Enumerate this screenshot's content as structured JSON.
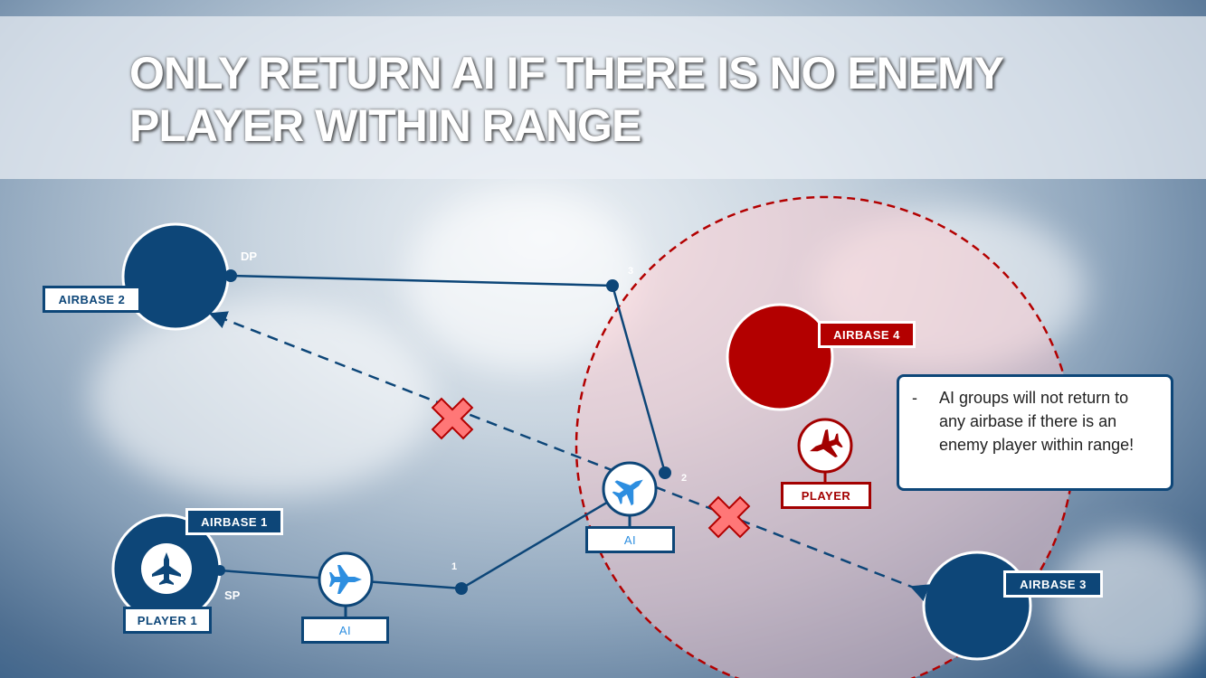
{
  "title": {
    "line1": "ONLY RETURN AI IF THERE IS NO ENEMY",
    "line2": "PLAYER WITHIN RANGE"
  },
  "airbases": {
    "a1": "AIRBASE 1",
    "a2": "AIRBASE 2",
    "a3": "AIRBASE 3",
    "a4": "AIRBASE 4"
  },
  "units": {
    "player1": "PLAYER 1",
    "ai1": "AI",
    "ai2": "AI",
    "enemy": "PLAYER"
  },
  "waypoints": {
    "sp": "SP",
    "dp": "DP",
    "w1": "1",
    "w2": "2",
    "w3": "3"
  },
  "note": {
    "bullet": "-",
    "text": "AI groups will not return to any airbase if there is an enemy player within range!"
  },
  "colors": {
    "friendly": "#0d4678",
    "enemy": "#b30000",
    "ai": "#2d8ee0",
    "blocked": "#f77"
  }
}
